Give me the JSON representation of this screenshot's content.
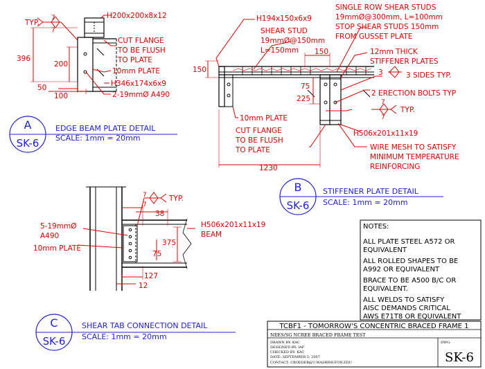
{
  "detailA": {
    "bubble_letter": "A",
    "bubble_sheet": "SK-6",
    "title": "EDGE BEAM PLATE DETAIL",
    "scale": "SCALE: 1mm = 20mm",
    "weld_typ": "TYP.",
    "weld_size_top": "7",
    "weld_size_bot": "7",
    "beam_top": "H200x200x8x12",
    "cut_flange_1": "CUT FLANGE",
    "cut_flange_2": "TO BE FLUSH",
    "cut_flange_3": "TO PLATE",
    "plate": "10mm PLATE",
    "beam_bot": "H346x174x6x9",
    "bolts": "2-19mmØ A490",
    "dim_396": "396",
    "dim_200": "200",
    "dim_50": "50",
    "dim_100": "100"
  },
  "detailB": {
    "bubble_letter": "B",
    "bubble_sheet": "SK-6",
    "title": "STIFFENER PLATE DETAIL",
    "scale": "SCALE: 1mm = 20mm",
    "beam_top": "H194x150x6x9",
    "shear_stud_1": "SHEAR STUD",
    "shear_stud_2": "19mmØ@150mm",
    "shear_stud_3": "L=150mm",
    "single_row_1": "SINGLE ROW SHEAR STUDS",
    "single_row_2": "19mmØ@300mm, L=100mm",
    "single_row_3": "STOP SHEAR STUDS 150mm",
    "single_row_4": "FROM GUSSET PLATE",
    "stiff_1": "12mm THICK",
    "stiff_2": "STIFFENER PLATES",
    "weld_3": "3",
    "weld_sides": "3 SIDES TYP.",
    "erection": "2 ERECTION BOLTS TYP",
    "weld_typ": "TYP.",
    "weld_size_top": "7",
    "weld_size_bot": "7",
    "beam_main": "H506x201x11x19",
    "plate": "10mm PLATE",
    "cut_flange_1": "CUT FLANGE",
    "cut_flange_2": "TO BE FLUSH",
    "cut_flange_3": "TO PLATE",
    "wire_1": "WIRE MESH TO SATISFY",
    "wire_2": "MINIMUM TEMPERATURE",
    "wire_3": "REINFORCING",
    "dim_150_top": "150",
    "dim_150_left": "150",
    "dim_75": "75",
    "dim_225": "225",
    "dim_1230": "1230"
  },
  "detailC": {
    "bubble_letter": "C",
    "bubble_sheet": "SK-6",
    "title": "SHEAR TAB CONNECTION DETAIL",
    "scale": "SCALE: 1mm = 20mm",
    "weld_size_top": "7",
    "weld_size_bot": "7",
    "weld_typ": "TYP.",
    "bolts_1": "5-19mmØ",
    "bolts_2": "A490",
    "plate": "10mm PLATE",
    "beam_1": "H506x201x11x19",
    "beam_2": "BEAM",
    "dim_38": "38",
    "dim_375": "375",
    "dim_75": "75",
    "dim_127": "127",
    "dim_12": "12"
  },
  "notes": {
    "heading": "NOTES:",
    "n1a": "ALL PLATE STEEL A572 OR",
    "n1b": "EQUIVALENT",
    "n2a": "ALL ROLLED SHAPES TO BE",
    "n2b": "A992 OR EQUIVALENT",
    "n3a": "BRACE TO BE A500 B/C OR",
    "n3b": "EQUIVALENT.",
    "n4a": "ALL WELDS TO SATISFY",
    "n4b": "AISC DEMANDS CRITICAL",
    "n4c": "AWS E71T8 OR EQUIVALENT"
  },
  "title_block": {
    "project": "TCBF1 - TOMORROW'S CONCENTRIC BRACED FRAME 1",
    "subtitle": "NEES/SG NCREE BRACED FRAME TEST",
    "drawn": "DRAWN BY: KAC",
    "designed": "DESIGNED BY: IAP",
    "checked": "CHECKED BY: KAC",
    "date": "DATE: SEPTEMBER 5, 2007",
    "contact": "CONTACT: CROEDER@U.WASHINGTON.EDU",
    "dwg_label": "DWG:",
    "dwg_no": "SK-6"
  },
  "colors": {
    "text_red": "#e00000",
    "text_blue": "#2020d0",
    "line": "#000000",
    "background": "#ffffff"
  }
}
